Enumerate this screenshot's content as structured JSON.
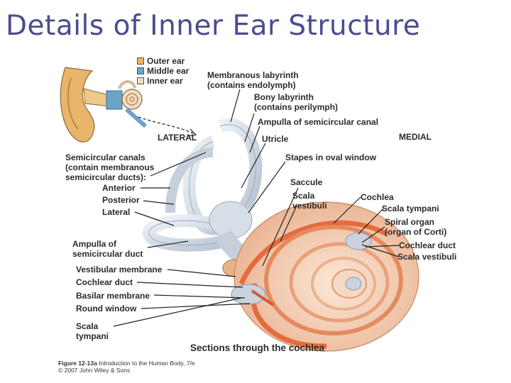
{
  "title": "Details of Inner Ear Structure",
  "legend": [
    {
      "label": "Outer ear",
      "color": "#e8b56a"
    },
    {
      "label": "Middle ear",
      "color": "#6ea3c8"
    },
    {
      "label": "Inner ear",
      "color": "#f1dcc6"
    }
  ],
  "labels": {
    "membranous_labyrinth": "Membranous labyrinth\n(contains endolymph)",
    "bony_labyrinth": "Bony labyrinth\n(contains perilymph)",
    "ampulla_canal": "Ampulla of semicircular canal",
    "lateral": "LATERAL",
    "medial": "MEDIAL",
    "utricle": "Utricle",
    "stapes": "Stapes in oval window",
    "semicircular_canals": "Semicircular canals\n(contain membranous\nsemicircular ducts):",
    "anterior": "Anterior",
    "posterior": "Posterior",
    "lateral_canal": "Lateral",
    "saccule": "Saccule",
    "scala_vestibuli_top": "Scala\nvestibuli",
    "cochlea": "Cochlea",
    "scala_tympani_right": "Scala tympani",
    "spiral_organ": "Spiral organ\n(organ of Corti)",
    "cochlear_duct_right": "Cochlear duct",
    "scala_vestibuli_right": "Scala vestibuli",
    "ampulla_duct": "Ampulla of\nsemicircular duct",
    "vestibular_membrane": "Vestibular membrane",
    "cochlear_duct_left": "Cochlear duct",
    "basilar_membrane": "Basilar membrane",
    "round_window": "Round window",
    "scala_tympani_left": "Scala\ntympani",
    "sections": "Sections through the cochlea"
  },
  "caption": {
    "figure": "Figure 12-13a",
    "book": "Introduction to the Human Body, 7/e",
    "copyright": "© 2007 John Wiley & Sons"
  }
}
